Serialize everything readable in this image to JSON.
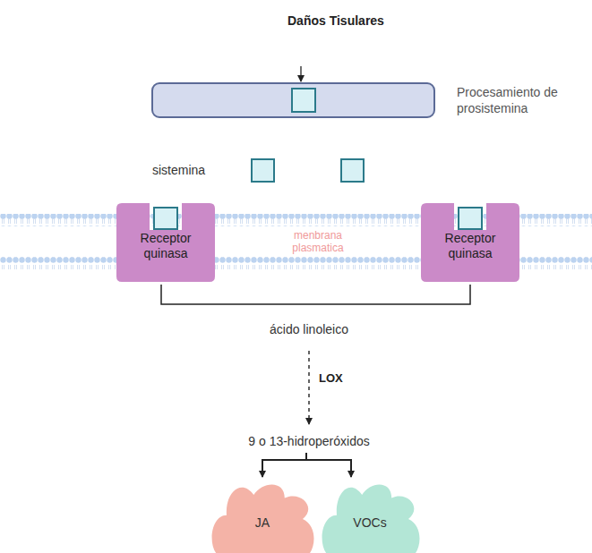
{
  "diagram": {
    "title": "Daños Tisulares",
    "nodes": [
      {
        "text": [
          "Receptor quinasa"
        ]
      },
      {
        "text": [
          "Receptor quinasa"
        ]
      },
      {
        "text": [
          "JA"
        ]
      },
      {
        "text": [
          "VOCs"
        ]
      }
    ],
    "labels": [
      "Procesamiento de prosistemina",
      "sistemina",
      "menbrana plasmatica",
      "ácido linoleico",
      "LOX",
      "9 o 13-hidroperóxidos"
    ]
  }
}
